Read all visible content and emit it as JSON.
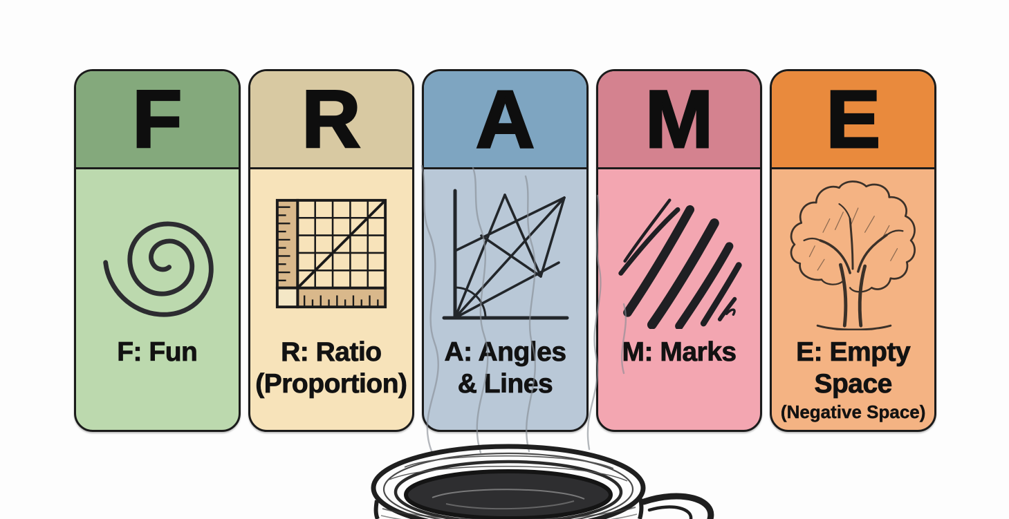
{
  "page": {
    "background_color": "#fdfdfd",
    "card_border_color": "#1b1b1b"
  },
  "acronym": "FRAME",
  "cards": [
    {
      "letter": "F",
      "label_line1": "F: Fun",
      "label_line2": "",
      "sublabel": "",
      "icon": "spiral-icon",
      "header_color": "#84a97c",
      "body_color": "#bcd9ae"
    },
    {
      "letter": "R",
      "label_line1": "R: Ratio",
      "label_line2": "(Proportion)",
      "sublabel": "",
      "icon": "ruler-grid-icon",
      "header_color": "#d8c9a2",
      "body_color": "#f7e3ba"
    },
    {
      "letter": "A",
      "label_line1": "A: Angles",
      "label_line2": "& Lines",
      "sublabel": "",
      "icon": "angles-lines-icon",
      "header_color": "#7ea5c1",
      "body_color": "#b9c8d7"
    },
    {
      "letter": "M",
      "label_line1": "M: Marks",
      "label_line2": "",
      "sublabel": "",
      "icon": "charcoal-marks-icon",
      "header_color": "#d4828f",
      "body_color": "#f3a6b1"
    },
    {
      "letter": "E",
      "label_line1": "E: Empty",
      "label_line2": "Space",
      "sublabel": "(Negative Space)",
      "icon": "tree-icon",
      "header_color": "#e98a3d",
      "body_color": "#f4b383"
    }
  ],
  "illustration": {
    "name": "steaming-coffee-mug-sketch"
  }
}
